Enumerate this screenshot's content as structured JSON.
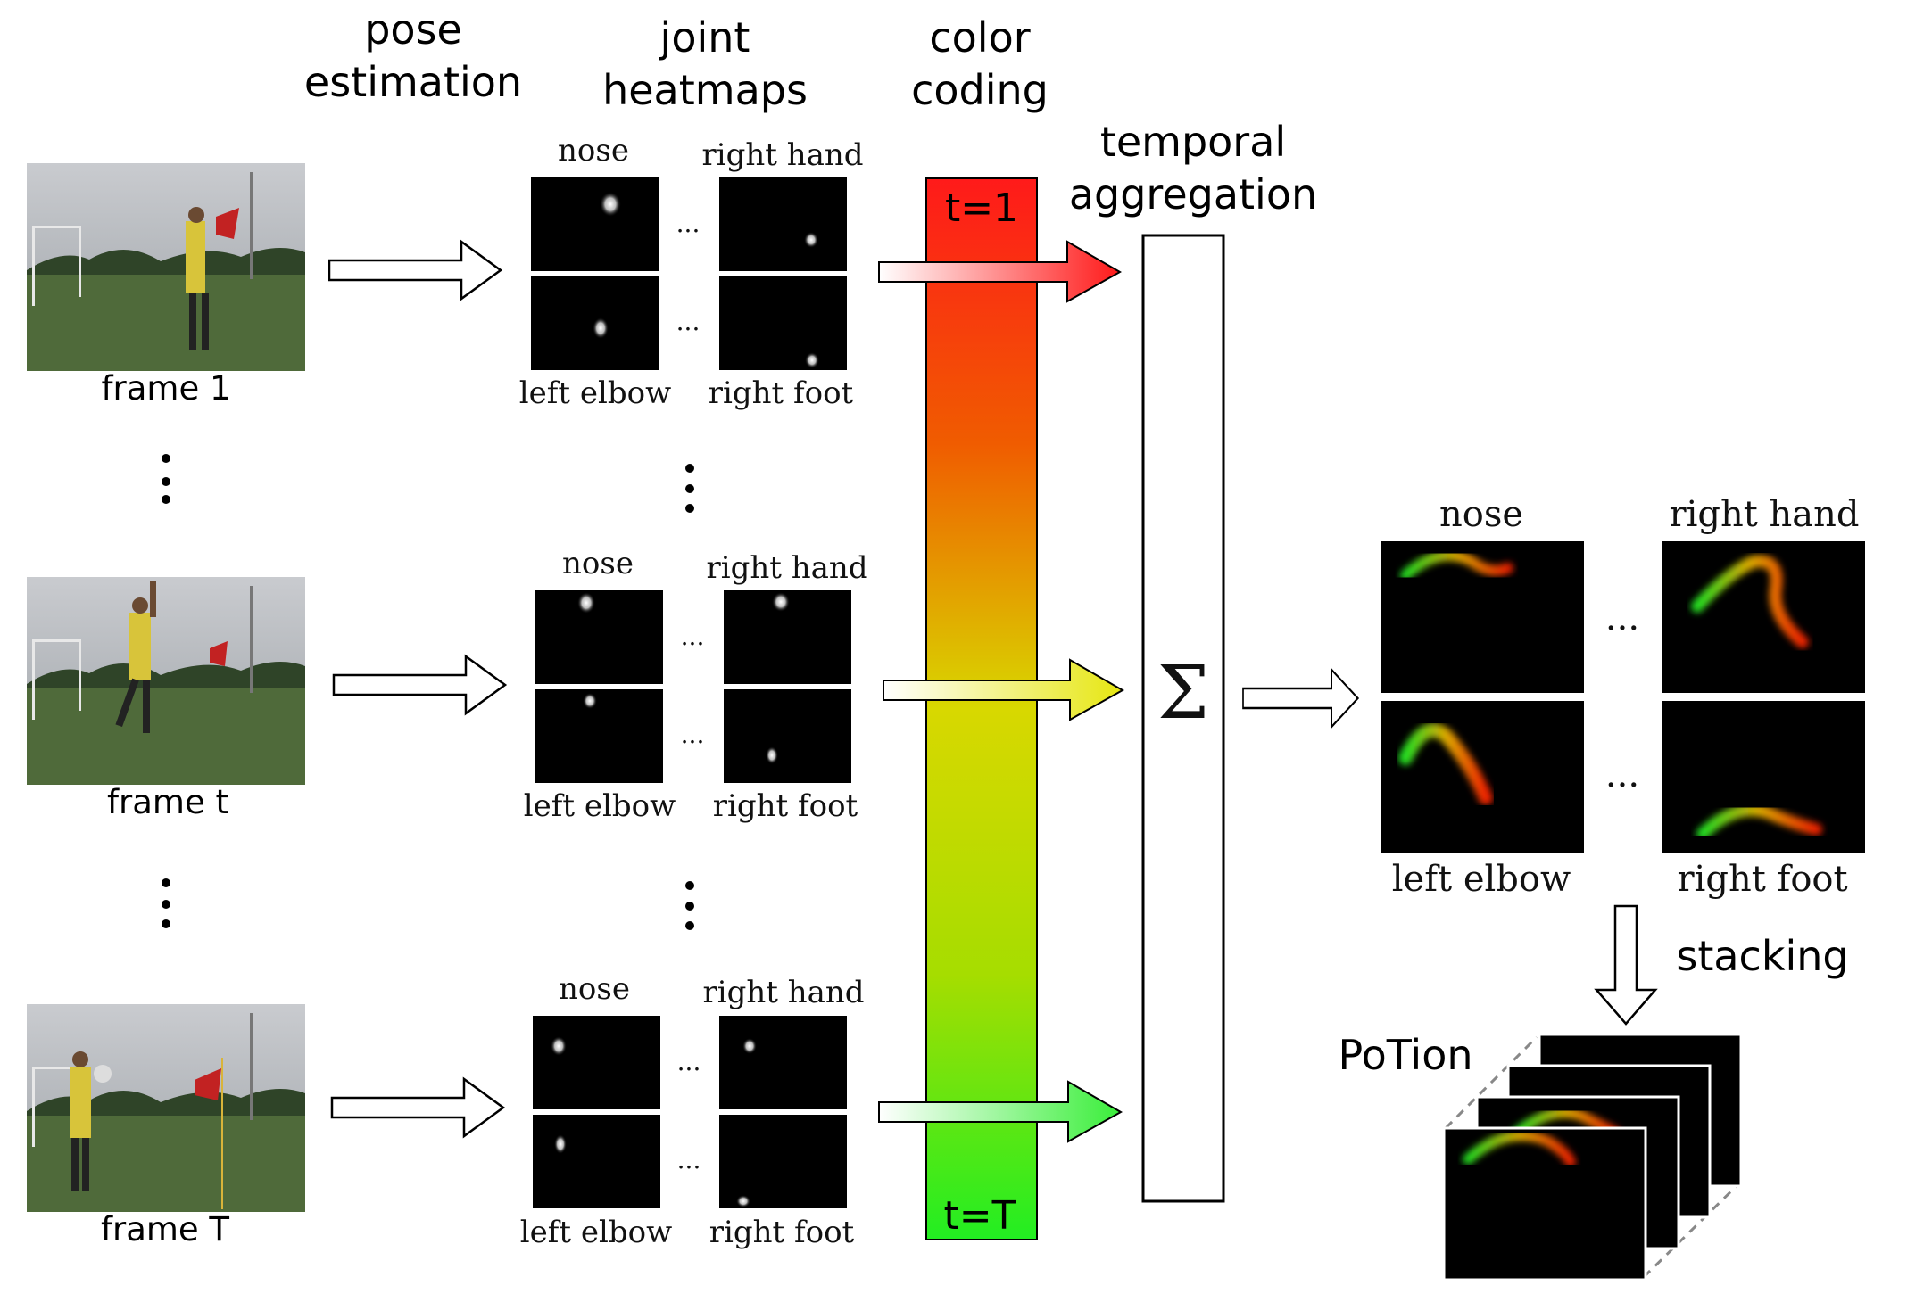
{
  "headers": {
    "pose_line1": "pose",
    "pose_line2": "estimation",
    "joint_line1": "joint",
    "joint_line2": "heatmaps",
    "color_line1": "color",
    "color_line2": "coding",
    "temporal_line1": "temporal",
    "temporal_line2": "aggregation"
  },
  "frames": [
    {
      "label": "frame 1"
    },
    {
      "label": "frame t"
    },
    {
      "label": "frame T"
    }
  ],
  "joints": {
    "nose": "nose",
    "right_hand": "right hand",
    "left_elbow": "left elbow",
    "right_foot": "right foot"
  },
  "ellipsis": "...",
  "colorbar": {
    "top_label": "t=1",
    "bottom_label": "t=T",
    "top_color": "#ff1a1a",
    "mid_color": "#d8d800",
    "bottom_color": "#22ee22"
  },
  "aggregation_symbol": "Σ",
  "output": {
    "nose": "nose",
    "right_hand": "right hand",
    "left_elbow": "left elbow",
    "right_foot": "right foot",
    "ellipsis": "...",
    "stacking": "stacking",
    "potion": "PoTion"
  }
}
